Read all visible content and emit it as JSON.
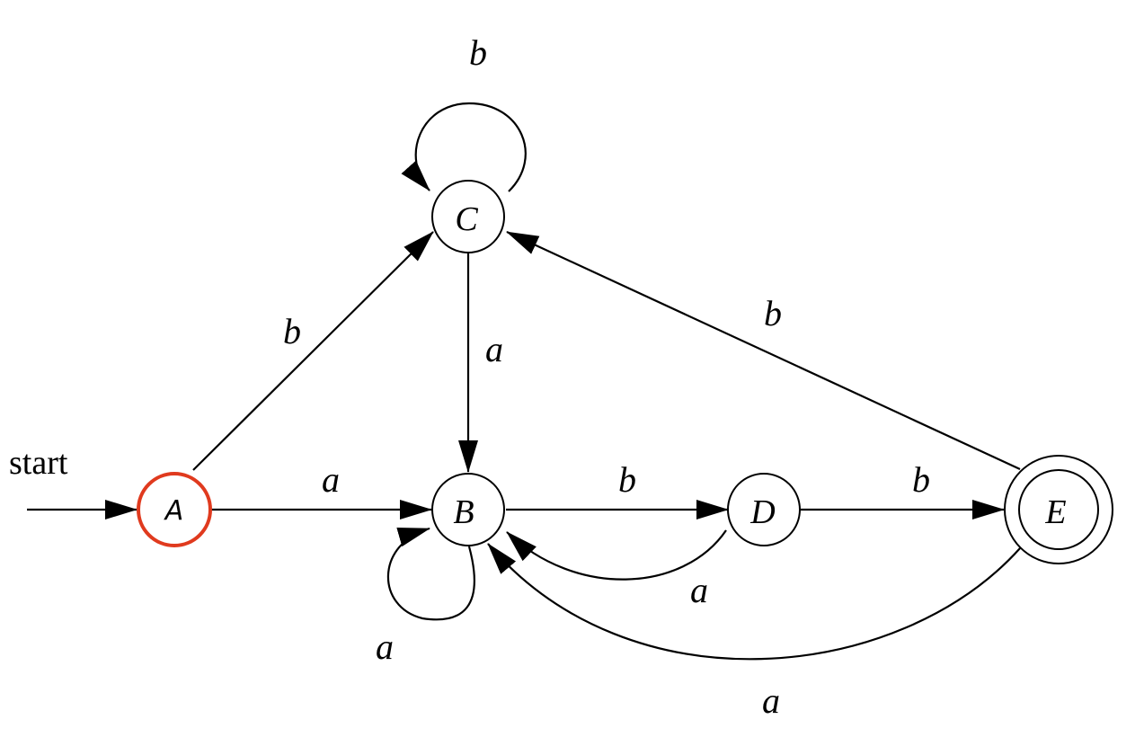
{
  "start_label": "start",
  "states": {
    "A": "A",
    "B": "B",
    "C": "C",
    "D": "D",
    "E": "E"
  },
  "initial_state": "A",
  "accepting_states": [
    "E"
  ],
  "colors": {
    "highlight": "#e03a1e",
    "stroke": "#000000"
  },
  "transitions": [
    {
      "from": "A",
      "to": "C",
      "symbol": "b"
    },
    {
      "from": "A",
      "to": "B",
      "symbol": "a"
    },
    {
      "from": "C",
      "to": "C",
      "symbol": "b"
    },
    {
      "from": "C",
      "to": "B",
      "symbol": "a"
    },
    {
      "from": "B",
      "to": "B",
      "symbol": "a"
    },
    {
      "from": "B",
      "to": "D",
      "symbol": "b"
    },
    {
      "from": "D",
      "to": "B",
      "symbol": "a"
    },
    {
      "from": "D",
      "to": "E",
      "symbol": "b"
    },
    {
      "from": "E",
      "to": "C",
      "symbol": "b"
    },
    {
      "from": "E",
      "to": "B",
      "symbol": "a"
    }
  ]
}
